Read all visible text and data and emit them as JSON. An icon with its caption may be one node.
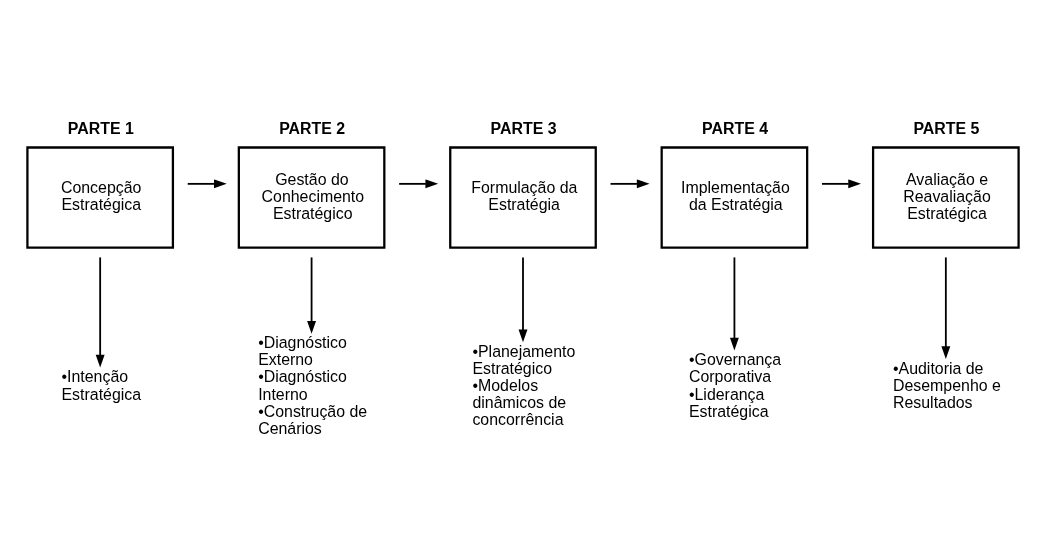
{
  "diagram": {
    "nodes": [
      {
        "text": [
          "PARTE 1",
          "Concepção Estratégica"
        ]
      },
      {
        "text": [
          "PARTE 2",
          "Gestão do Conhecimento Estratégico"
        ]
      },
      {
        "text": [
          "PARTE 3",
          "Formulação da Estratégia"
        ]
      },
      {
        "text": [
          "PARTE 4",
          "Implementação da Estratégia"
        ]
      },
      {
        "text": [
          "PARTE 5",
          "Avaliação e Reavaliação Estratégica"
        ]
      },
      {
        "text": [
          "•Intenção Estratégica"
        ]
      },
      {
        "text": [
          "•Diagnóstico Externo",
          "•Diagnóstico Interno",
          "•Construção de Cenários"
        ]
      },
      {
        "text": [
          "•Planejamento Estratégico",
          "•Modelos dinâmicos de concorrência"
        ]
      },
      {
        "text": [
          "•Governança Corporativa",
          "•Liderança Estratégica"
        ]
      },
      {
        "text": [
          "•Auditoria de Desempenho e Resultados"
        ]
      }
    ],
    "edges": [
      {
        "from": 0,
        "to": 1,
        "arrow": "to"
      },
      {
        "from": 1,
        "to": 2,
        "arrow": "to"
      },
      {
        "from": 2,
        "to": 3,
        "arrow": "to"
      },
      {
        "from": 3,
        "to": 4,
        "arrow": "to"
      },
      {
        "from": 0,
        "to": 5,
        "arrow": "to"
      },
      {
        "from": 1,
        "to": 6,
        "arrow": "to"
      },
      {
        "from": 2,
        "to": 7,
        "arrow": "to"
      },
      {
        "from": 3,
        "to": 8,
        "arrow": "to"
      },
      {
        "from": 4,
        "to": 9,
        "arrow": "to"
      }
    ]
  }
}
